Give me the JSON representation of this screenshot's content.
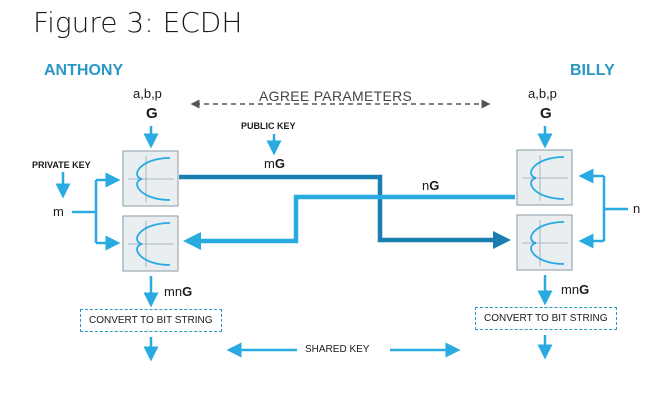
{
  "title": "Figure 3: ECDH",
  "left": {
    "name": "ANTHONY",
    "params": "a,b,p",
    "generator": "G",
    "private_key_label": "PRIVATE KEY",
    "private_var": "m",
    "result_prefix": "mn",
    "result_suffix": "G",
    "convert_label": "CONVERT TO BIT STRING"
  },
  "right": {
    "name": "BILLY",
    "params": "a,b,p",
    "generator": "G",
    "private_var": "n",
    "result_prefix": "mn",
    "result_suffix": "G",
    "convert_label": "CONVERT TO BIT STRING"
  },
  "center": {
    "agree_label": "AGREE PARAMETERS",
    "public_key_label": "PUBLIC KEY",
    "mG_prefix": "m",
    "mG_suffix": "G",
    "nG_prefix": "n",
    "nG_suffix": "G",
    "shared_key_label": "SHARED KEY"
  },
  "colors": {
    "light_blue": "#29abe2",
    "dark_blue": "#1a7fb0",
    "box_fill": "#e9eef1",
    "box_stroke": "#8a9aa4"
  }
}
